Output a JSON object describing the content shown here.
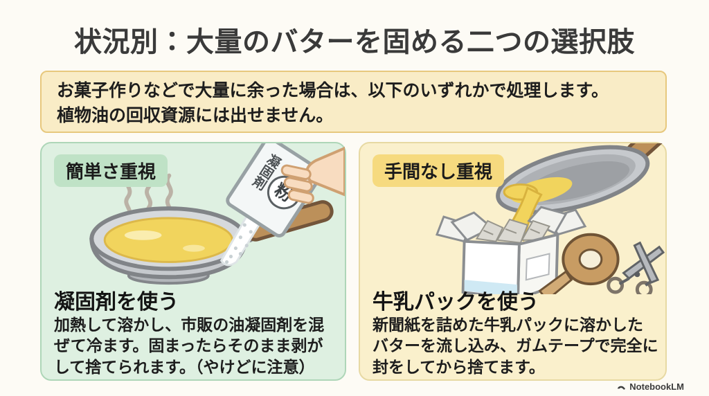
{
  "title": "状況別：大量のバターを固める二つの選択肢",
  "note": {
    "line1": "お菓子作りなどで大量に余った場合は、以下のいずれかで処理します。",
    "line2": "植物油の回収資源には出せません。"
  },
  "panels": [
    {
      "badge": "簡単さ重視",
      "heading": "凝固剤を使う",
      "body": "加熱して溶かし、市販の油凝固剤を混ぜて冷ます。固まったらそのまま剥がして捨てられます。（やけどに注意）",
      "packet_label": "凝固剤",
      "packet_seal": "粉"
    },
    {
      "badge": "手間なし重視",
      "heading": "牛乳パックを使う",
      "body": "新聞紙を詰めた牛乳パックに溶かしたバターを流し込み、ガムテープで完全に封をしてから捨てます。"
    }
  ],
  "footer": {
    "brand": "NotebookLM"
  },
  "colors": {
    "page_bg": "#fdfbf5",
    "title_text": "#3a3a3a",
    "body_text": "#1d1d1d",
    "note_bg": "#f9ecc6",
    "note_border": "#e7c87d",
    "left_panel_bg": "#def0e1",
    "left_panel_border": "#aed6b8",
    "left_badge_bg": "#bfe2c6",
    "right_panel_bg": "#faf0cc",
    "right_panel_border": "#e7d9a3",
    "right_badge_bg": "#f6da7f",
    "butter": "#f1d45d"
  }
}
